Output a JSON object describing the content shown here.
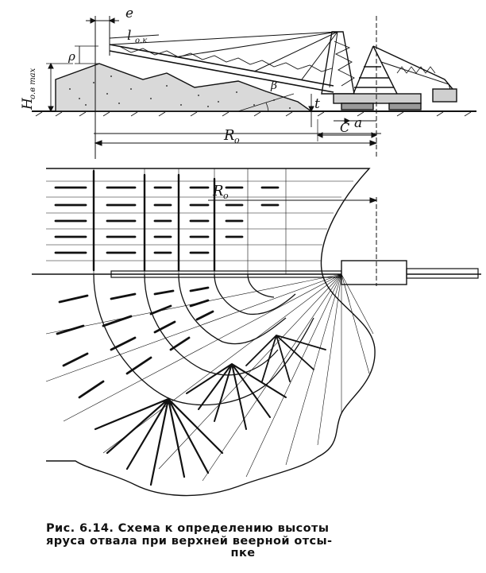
{
  "labels": {
    "e": "e",
    "l_ok": "l",
    "l_ok_sub": "о.к",
    "rho": "ρ",
    "h_max": "H",
    "h_max_sub": "о.в max",
    "beta": "β",
    "t": "t",
    "a": "a",
    "c": "C",
    "r0_top": "R",
    "r0_top_sub": "о",
    "r0_plan": "R",
    "r0_plan_sub": "о"
  },
  "caption": {
    "line1": "Рис. 6.14. Схема к определению высоты",
    "line2": "яруса отвала при верхней веерной отсы-",
    "line3": "пке"
  }
}
